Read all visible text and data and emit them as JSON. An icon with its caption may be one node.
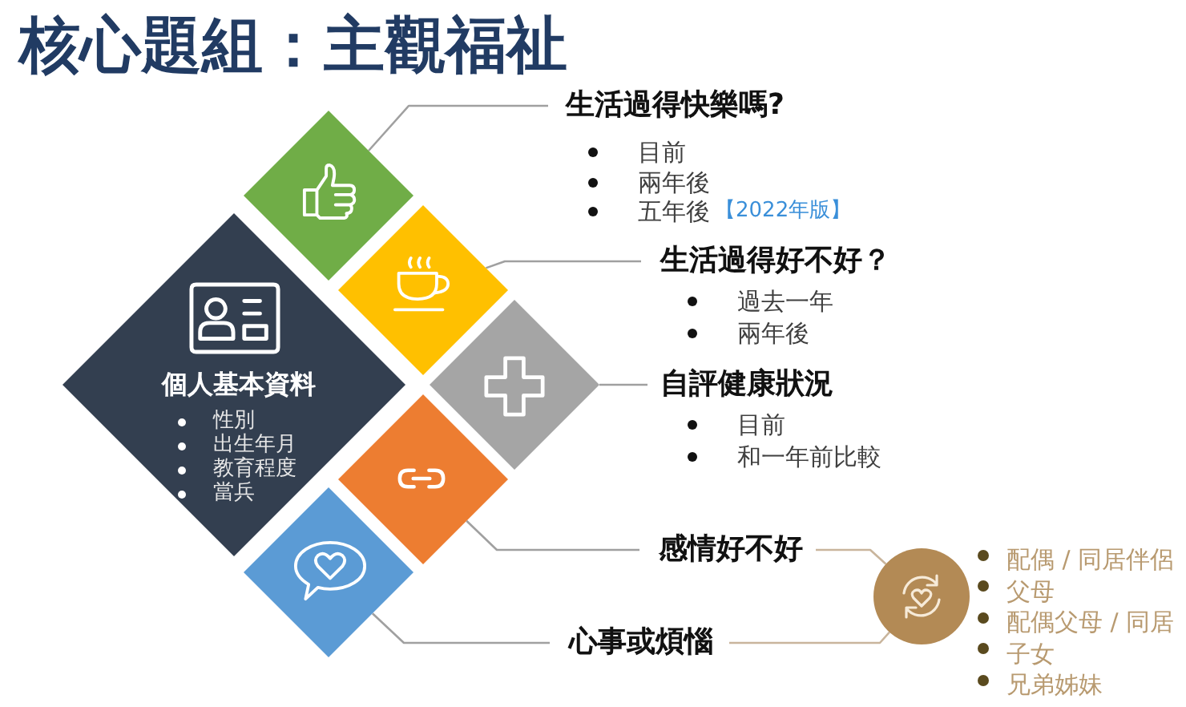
{
  "diagram": {
    "title": "核心題組：主觀福祉",
    "nodes": [
      {
        "text": [
          "個人基本資料",
          "性別",
          "出生年月",
          "教育程度",
          "當兵"
        ]
      },
      {
        "text": [],
        "shape": "diamond"
      },
      {
        "text": [],
        "shape": "diamond"
      },
      {
        "text": [],
        "shape": "diamond"
      },
      {
        "text": [],
        "shape": "diamond"
      },
      {
        "text": [],
        "shape": "diamond"
      },
      {
        "text": [
          "生活過得快樂嗎?",
          "目前",
          "兩年後",
          "五年後",
          "【2022年版】"
        ]
      },
      {
        "text": [
          "生活過得好不好？",
          "過去一年",
          "兩年後"
        ]
      },
      {
        "text": [
          "自評健康狀況",
          "目前",
          "和一年前比較"
        ]
      },
      {
        "text": [
          "感情好不好"
        ]
      },
      {
        "text": [
          "心事或煩惱"
        ]
      },
      {
        "text": [],
        "shape": "circle",
        "beside": [
          "配偶 / 同居伴侶",
          "父母",
          "配偶父母 / 同居",
          "子女",
          "兄弟姊妹"
        ]
      }
    ],
    "edges": [
      {
        "from": 1,
        "to": 6,
        "arrow": "none"
      },
      {
        "from": 2,
        "to": 7,
        "arrow": "none"
      },
      {
        "from": 3,
        "to": 8,
        "arrow": "none"
      },
      {
        "from": 4,
        "to": 9,
        "arrow": "none"
      },
      {
        "from": 5,
        "to": 10,
        "arrow": "none"
      },
      {
        "from": 9,
        "to": 11,
        "arrow": "none",
        "color": "#c9b59c"
      },
      {
        "from": 10,
        "to": 11,
        "arrow": "none",
        "color": "#c9b59c"
      }
    ]
  }
}
